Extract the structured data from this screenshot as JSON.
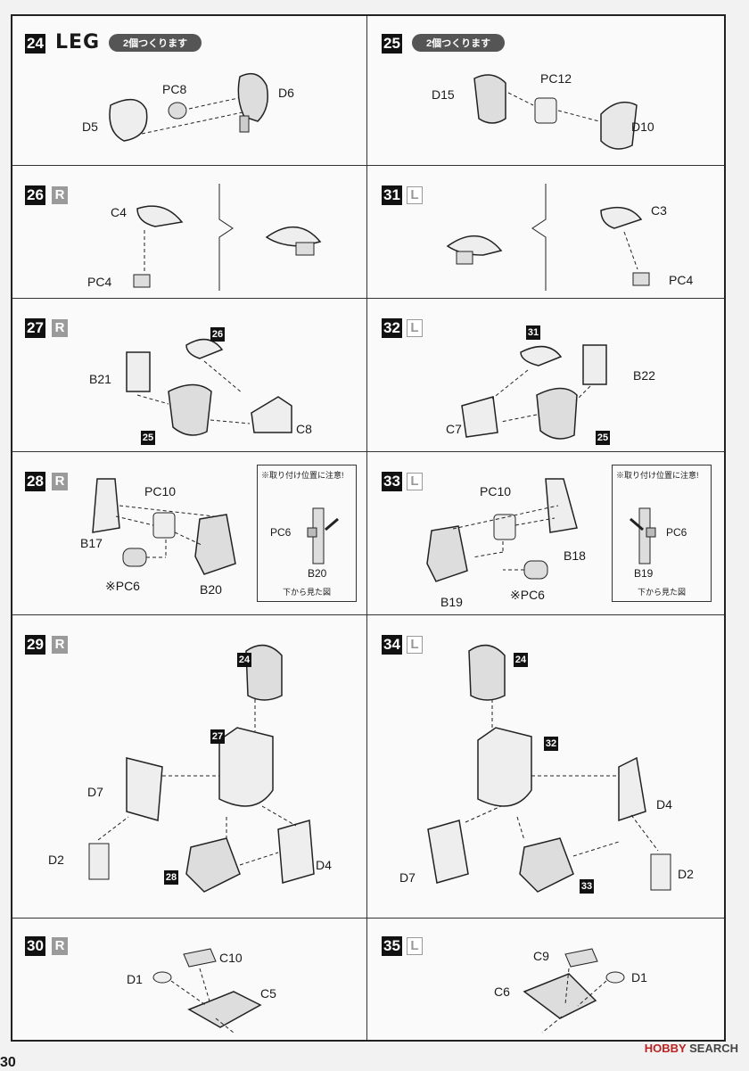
{
  "header": {
    "step": "24",
    "title": "LEG",
    "note": "2個つくります"
  },
  "panels": {
    "p24": {
      "num": "24",
      "labels": [
        "PC8",
        "D6",
        "D5"
      ]
    },
    "p25": {
      "num": "25",
      "note": "2個つくります",
      "labels": [
        "PC12",
        "D15",
        "D10"
      ]
    },
    "p26": {
      "num": "26",
      "side": "R",
      "labels": [
        "C4",
        "PC4"
      ]
    },
    "p31": {
      "num": "31",
      "side": "L",
      "labels": [
        "C3",
        "PC4"
      ]
    },
    "p27": {
      "num": "27",
      "side": "R",
      "labels": [
        "B21",
        "C8"
      ],
      "refs": [
        "26",
        "25"
      ]
    },
    "p32": {
      "num": "32",
      "side": "L",
      "labels": [
        "B22",
        "C7"
      ],
      "refs": [
        "31",
        "25"
      ]
    },
    "p28": {
      "num": "28",
      "side": "R",
      "labels": [
        "PC10",
        "B17",
        "※PC6",
        "B20"
      ],
      "note": {
        "title": "※取り付け位置に注意!",
        "a": "PC6",
        "b": "B20",
        "caption": "下から見た図"
      }
    },
    "p33": {
      "num": "33",
      "side": "L",
      "labels": [
        "PC10",
        "B18",
        "B19",
        "※PC6"
      ],
      "note": {
        "title": "※取り付け位置に注意!",
        "a": "PC6",
        "b": "B19",
        "caption": "下から見た図"
      }
    },
    "p29": {
      "num": "29",
      "side": "R",
      "labels": [
        "D7",
        "D2",
        "D4"
      ],
      "refs": [
        "24",
        "27",
        "28"
      ]
    },
    "p34": {
      "num": "34",
      "side": "L",
      "labels": [
        "D4",
        "D7",
        "D2"
      ],
      "refs": [
        "24",
        "32",
        "33"
      ]
    },
    "p30": {
      "num": "30",
      "side": "R",
      "labels": [
        "C10",
        "D1",
        "C5"
      ]
    },
    "p35": {
      "num": "35",
      "side": "L",
      "labels": [
        "C9",
        "D1",
        "C6"
      ]
    }
  },
  "footer": {
    "brand_red": "HOBBY",
    "brand": " SEARCH"
  },
  "page_number": "30",
  "colors": {
    "frame": "#222222",
    "panel_bg": "#fafafa",
    "badge": "#111111",
    "side_r": "#9a9a9a"
  }
}
